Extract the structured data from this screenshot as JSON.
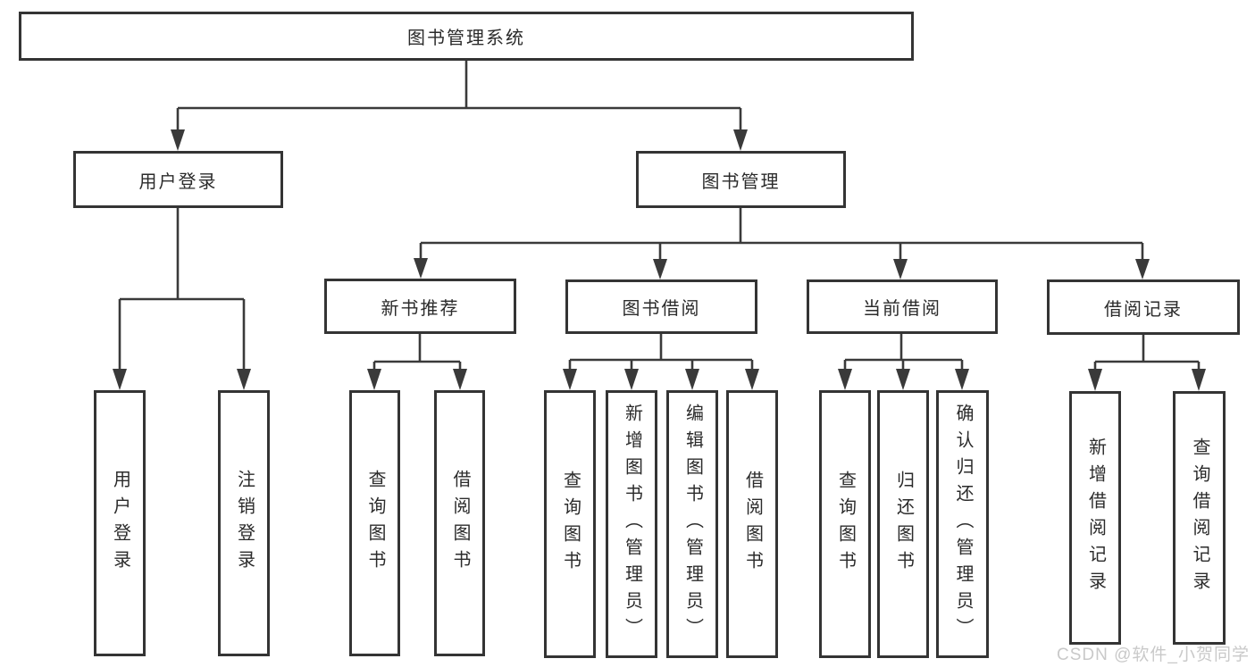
{
  "diagram": {
    "root": {
      "label": "图书管理系统"
    },
    "level2": [
      {
        "id": "user-login",
        "label": "用户登录"
      },
      {
        "id": "book-management",
        "label": "图书管理"
      }
    ],
    "level3": [
      {
        "id": "new-book-recommend",
        "parent": "book-management",
        "label": "新书推荐"
      },
      {
        "id": "book-borrow",
        "parent": "book-management",
        "label": "图书借阅"
      },
      {
        "id": "current-borrow",
        "parent": "book-management",
        "label": "当前借阅"
      },
      {
        "id": "borrow-records",
        "parent": "book-management",
        "label": "借阅记录"
      }
    ],
    "leaves": [
      {
        "parent": "user-login",
        "label": "用户登录"
      },
      {
        "parent": "user-login",
        "label": "注销登录"
      },
      {
        "parent": "new-book-recommend",
        "label": "查询图书"
      },
      {
        "parent": "new-book-recommend",
        "label": "借阅图书"
      },
      {
        "parent": "book-borrow",
        "label": "查询图书"
      },
      {
        "parent": "book-borrow",
        "label": "新增图书（管理员）"
      },
      {
        "parent": "book-borrow",
        "label": "编辑图书（管理员）"
      },
      {
        "parent": "book-borrow",
        "label": "借阅图书"
      },
      {
        "parent": "current-borrow",
        "label": "查询图书"
      },
      {
        "parent": "current-borrow",
        "label": "归还图书"
      },
      {
        "parent": "current-borrow",
        "label": "确认归还（管理员）"
      },
      {
        "parent": "borrow-records",
        "label": "新增借阅记录"
      },
      {
        "parent": "borrow-records",
        "label": "查询借阅记录"
      }
    ],
    "watermark": "CSDN @软件_小贺同学",
    "colors": {
      "line": "#3a3a3a",
      "box_border": "#343434",
      "text": "#2b2b2b",
      "watermark": "#c9c9c9",
      "background": "#ffffff"
    }
  }
}
